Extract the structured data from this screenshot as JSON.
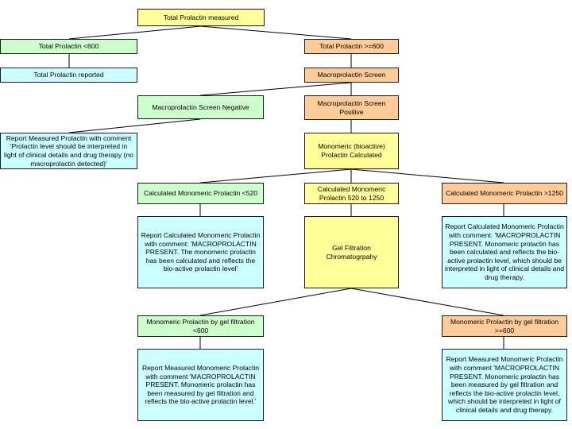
{
  "nodes": {
    "total_measured": "Total Prolactin measured",
    "lt600": "Total Prolactin <600",
    "ge600": "Total Prolactin >=600",
    "reported": "Total Prolactin reported",
    "macro_screen": "Macroprolactin Screen",
    "screen_negative": "Macroprolactin Screen Negative",
    "screen_positive": "Macroprolactin Screen Positive",
    "report_measured": "Report Measured Prolactin with comment 'Prolactin level should be interpreted in light of clinical details and drug therapy (no macroprolactin detected)'",
    "monomeric_calc": "Monomeric (bioactive) Prolactin Calculated",
    "calc_lt520": "Calculated Monomeric Prolactin <520",
    "calc_520_1250": "Calculated Monomeric Prolactin 520 to 1250",
    "calc_gt1250": "Calculated Monomeric Prolactin >1250",
    "report_calc_lt520": "Report Calculated Monomeric Prolactin with comment: 'MACROPROLACTIN PRESENT. The monomeric prolactin has been calculated and reflects the bio-active prolactin level'",
    "gel_filtration": "Gel Filtration Chromatogrpahy",
    "report_calc_gt1250": "Report Calculated Monomeric Prolactin with comment: 'MACROPROLACTIN PRESENT. Monomeric prolactin has been calculated and reflects the bio-active prolactin level, which should be interpreted in light of clinical details and drug therapy.",
    "gel_lt600": "Monomeric Prolactin by gel filtration <600",
    "gel_ge600": "Monomeric Prolactin by gel filtration >=600",
    "report_gel_lt600": "Report Measured Monomeric Prolactin with comment 'MACROPROLACTIN PRESENT. Monomeric prolactin has been measured by gel filtration and reflects the bio-active prolactin level.'",
    "report_gel_ge600": "Report Measured Monomeric Prolactin with comment 'MACROPROLACTIN PRESENT. Monomeric prolactin has been measured by gel filtration and reflects the bio-active prolactin level, which should be interpreted in light of clinical details and drug therapy."
  },
  "colors": {
    "yellow": "#ffff99",
    "green": "#ccffcc",
    "blue": "#ccffff",
    "orange": "#ffcc99",
    "border": "#1a1a1a"
  }
}
